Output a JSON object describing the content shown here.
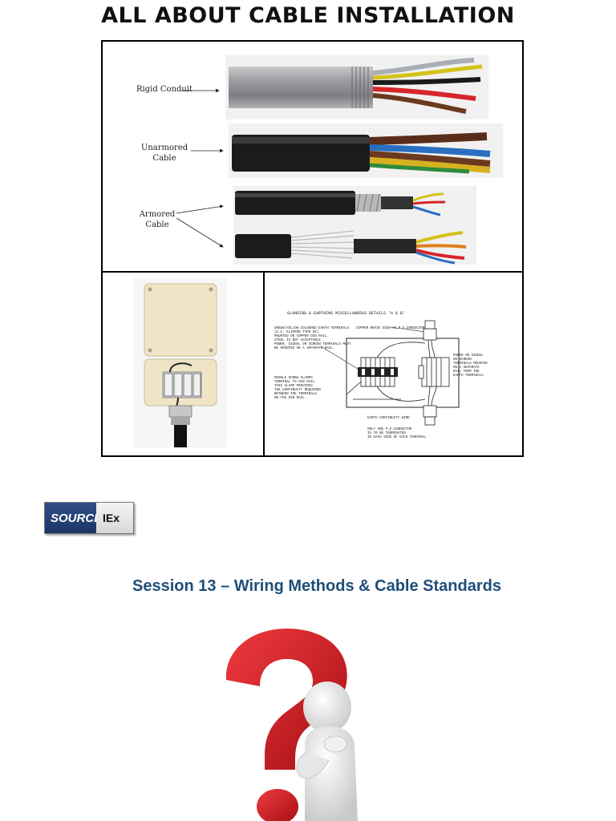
{
  "page": {
    "title": "ALL ABOUT CABLE INSTALLATION",
    "session_title": "Session 13 – Wiring Methods & Cable Standards"
  },
  "figure": {
    "labels": {
      "rigid_conduit": "Rigid Conduit",
      "unarmored_line1": "Unarmored",
      "unarmored_line2": "Cable",
      "armored_line1": "Armored",
      "armored_line2": "Cable"
    },
    "drawing": {
      "heading": "GLANDING & EARTHING MISCELLANEOUS DETAILS 'A & B'",
      "note_left_1": "GREEN/YELLOW COLOURED EARTH TERMINALS",
      "note_left_2": "(E.G. KLIPPON TYPE EK)",
      "note_left_3": "MOUNTED ON COPPER DIN RAIL.",
      "note_left_4": "STEEL IS NOT ACCEPTABLE.",
      "note_left_5": "POWER, SIGNAL OR SCREEN TERMINALS MUST",
      "note_left_6": "BE MOUNTED ON A SEPARATE RAIL.",
      "note_top": "COPPER BRAID USED AS P.E.CONDUCTOR",
      "note_right_1": "POWER OR SIGNAL",
      "note_right_2": "OR SCREEN",
      "note_right_3": "TERMINALS MOUNTED",
      "note_right_4": "ON A SEPARATE",
      "note_right_5": "RAIL FROM THE",
      "note_right_6": "EARTH TERMINALS",
      "note_mid_1": "MIDDLE SCREW CLAMPS",
      "note_mid_2": "TERMINAL TO DIN RAIL.",
      "note_mid_3": "THIS CLAMP PROVIDES",
      "note_mid_4": "THE CONTINUITY REQUIRED",
      "note_mid_5": "BETWEEN THE TERMINALS",
      "note_mid_6": "ON THE DIN RAIL.",
      "note_earth": "EARTH CONTINUITY WIRE",
      "note_bottom_1": "ONLY ONE P.E.CONDUCTOR",
      "note_bottom_2": "IS TO BE TERMINATED",
      "note_bottom_3": "IN EACH SIDE OF EACH TERMINAL."
    }
  },
  "badge": {
    "left": "SOURCE",
    "right": "IEx"
  },
  "colors": {
    "badge_blue": "#1d3565",
    "session_title": "#1f4e79",
    "question_red": "#d61f26"
  }
}
